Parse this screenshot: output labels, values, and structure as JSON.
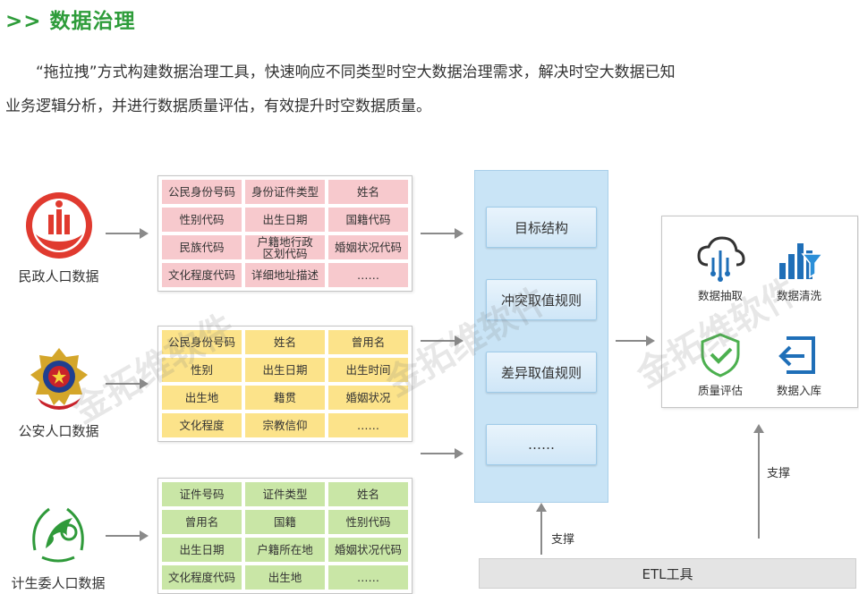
{
  "header": {
    "title": ">> 数据治理",
    "paragraph_line1": "“拖拉拽”方式构建数据治理工具，快速响应不同类型时空大数据治理需求，解决时空大数据已知",
    "paragraph_line2": "业务逻辑分析，并进行数据质量评估，有效提升时空数据质量。"
  },
  "sources": [
    {
      "name": "民政人口数据",
      "icon": "civil-affairs-emblem-icon",
      "color": "#e03a2f"
    },
    {
      "name": "公安人口数据",
      "icon": "police-emblem-icon",
      "color": "#c8222a"
    },
    {
      "name": "计生委人口数据",
      "icon": "family-planning-logo-icon",
      "color": "#2f9a3a"
    }
  ],
  "field_groups": [
    {
      "color": "#f7c9cd",
      "cells": [
        "公民身份号码",
        "身份证件类型",
        "姓名",
        "性别代码",
        "出生日期",
        "国籍代码",
        "民族代码",
        "户籍地行政区划代码",
        "婚姻状况代码",
        "文化程度代码",
        "详细地址描述",
        "……"
      ]
    },
    {
      "color": "#fce38a",
      "cells": [
        "公民身份号码",
        "姓名",
        "曾用名",
        "性别",
        "出生日期",
        "出生时间",
        "出生地",
        "籍贯",
        "婚姻状况",
        "文化程度",
        "宗教信仰",
        "……"
      ]
    },
    {
      "color": "#c9e6a6",
      "cells": [
        "证件号码",
        "证件类型",
        "姓名",
        "曾用名",
        "国籍",
        "性别代码",
        "出生日期",
        "户籍所在地",
        "婚姻状况代码",
        "文化程度代码",
        "出生地",
        "……"
      ]
    }
  ],
  "rules": [
    "目标结构",
    "冲突取值规则",
    "差异取值规则",
    "……"
  ],
  "tools": [
    {
      "label": "数据抽取",
      "icon": "cloud-extract-icon"
    },
    {
      "label": "数据清洗",
      "icon": "bar-filter-icon"
    },
    {
      "label": "质量评估",
      "icon": "shield-check-icon"
    },
    {
      "label": "数据入库",
      "icon": "import-arrow-icon"
    }
  ],
  "etl_label": "ETL工具",
  "support_label": "支撑",
  "watermark": "金拓维软件",
  "colors": {
    "accent_green": "#2e9c3a",
    "rule_blue": "#c9e4f6",
    "tool_blue": "#1f6fb8",
    "tool_green": "#4cb04f"
  }
}
